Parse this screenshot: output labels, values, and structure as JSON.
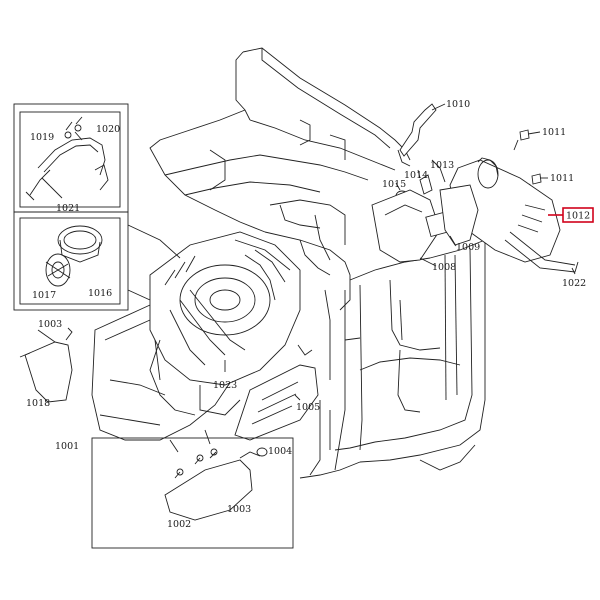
{
  "diagram": {
    "highlight_color": "#d0021b",
    "line_color": "#222222",
    "labels": {
      "p1010": "1010",
      "p1011a": "1011",
      "p1011b": "1011",
      "p1012": "1012",
      "p1013": "1013",
      "p1014": "1014",
      "p1015": "1015",
      "p1009": "1009",
      "p1008": "1008",
      "p1022": "1022",
      "p1019": "1019",
      "p1020": "1020",
      "p1021": "1021",
      "p1017": "1017",
      "p1016": "1016",
      "p1003a": "1003",
      "p1018": "1018",
      "p1001": "1001",
      "p1023": "1023",
      "p1005": "1005",
      "p1004": "1004",
      "p1002": "1002",
      "p1003b": "1003"
    }
  }
}
